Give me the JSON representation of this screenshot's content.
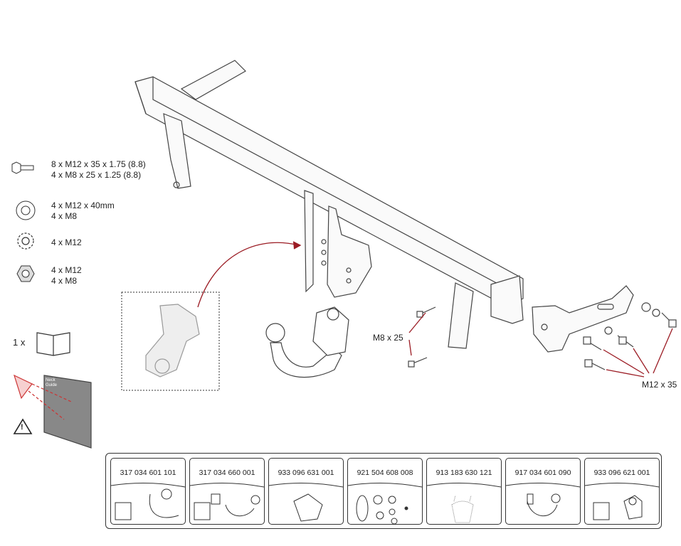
{
  "hardware_list": [
    {
      "icon": "bolt-icon",
      "lines": [
        "8 x M12 x 35 x 1.75 (8.8)",
        "4 x M8 x 25 x 1.25 (8.8)"
      ]
    },
    {
      "icon": "washer-icon",
      "lines": [
        "4 x M12 x 40mm",
        "4 x M8"
      ]
    },
    {
      "icon": "lock-washer-icon",
      "lines": [
        "4 x M12"
      ]
    },
    {
      "icon": "lock-nut-icon",
      "lines": [
        "4 x M12",
        "4 x M8"
      ]
    }
  ],
  "manual": {
    "quantity": "1 x",
    "icon": "book-icon"
  },
  "warning": {
    "label": "Neck Guide",
    "icon": "warning-icon"
  },
  "callouts": {
    "m8": "M8 x 25",
    "m12": "M12 x 35"
  },
  "accent_color": "#9b1c24",
  "parts": [
    {
      "number": "317 034 601 101"
    },
    {
      "number": "317 034 660 001"
    },
    {
      "number": "933 096 631 001"
    },
    {
      "number": "921 504 608 008"
    },
    {
      "number": "913 183 630 121"
    },
    {
      "number": "917 034 601 090"
    },
    {
      "number": "933 096 621 001"
    }
  ]
}
